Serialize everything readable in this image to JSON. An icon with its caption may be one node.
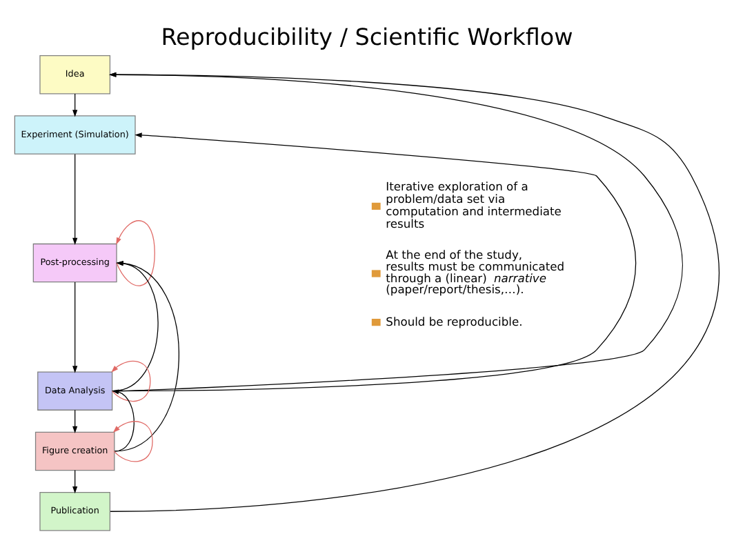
{
  "diagram": {
    "title": "Reproducibility / Scientific Workflow",
    "nodes": [
      {
        "text": [
          "Idea"
        ]
      },
      {
        "text": [
          "Experiment (Simulation)"
        ]
      },
      {
        "text": [
          "Post-processing"
        ]
      },
      {
        "text": [
          "Data Analysis"
        ]
      },
      {
        "text": [
          "Figure creation"
        ]
      },
      {
        "text": [
          "Publication"
        ]
      }
    ],
    "edges": [
      {
        "from": 0,
        "to": 1,
        "arrow": "to"
      },
      {
        "from": 1,
        "to": 2,
        "arrow": "to"
      },
      {
        "from": 2,
        "to": 3,
        "arrow": "to"
      },
      {
        "from": 3,
        "to": 4,
        "arrow": "to"
      },
      {
        "from": 4,
        "to": 5,
        "arrow": "to"
      },
      {
        "from": 3,
        "to": 0,
        "arrow": "to"
      },
      {
        "from": 5,
        "to": 0,
        "arrow": "to"
      },
      {
        "from": 3,
        "to": 1,
        "arrow": "to"
      },
      {
        "from": 3,
        "to": 2,
        "arrow": "to"
      },
      {
        "from": 4,
        "to": 2,
        "arrow": "to"
      },
      {
        "from": 4,
        "to": 3,
        "arrow": "to"
      },
      {
        "from": 2,
        "to": 2,
        "arrow": "to",
        "color": "#e06a66"
      },
      {
        "from": 3,
        "to": 3,
        "arrow": "to",
        "color": "#e06a66"
      },
      {
        "from": 4,
        "to": 4,
        "arrow": "to",
        "color": "#e06a66"
      }
    ],
    "labels": [
      "Iterative exploration of a problem/data set via computation and intermediate results",
      "At the end of the study, results must be communicated through a (linear) *narrative* (paper/report/thesis,…).",
      "Should be reproducible."
    ]
  }
}
